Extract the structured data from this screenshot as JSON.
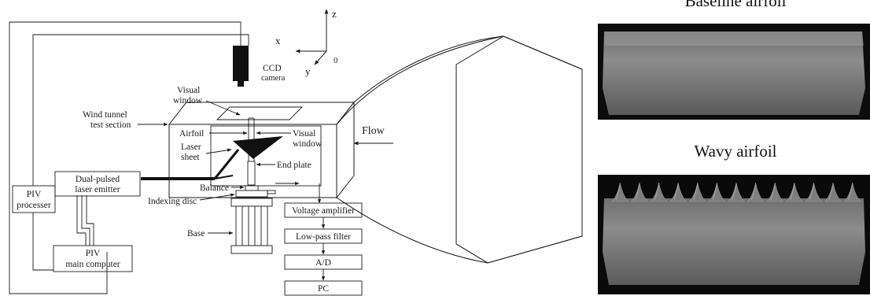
{
  "diagram": {
    "axes": {
      "x": "x",
      "y": "y",
      "z": "z",
      "origin": "0"
    },
    "labels": {
      "ccd_camera_line1": "CCD",
      "ccd_camera_line2": "camera",
      "visual_window_top_line1": "Visual",
      "visual_window_top_line2": "window",
      "wind_tunnel_line1": "Wind tunnel",
      "wind_tunnel_line2": "test section",
      "airfoil": "Airfoil",
      "visual_window_side_line1": "Visual",
      "visual_window_side_line2": "window",
      "laser_sheet_line1": "Laser",
      "laser_sheet_line2": "sheet",
      "flow": "Flow",
      "end_plate": "End plate",
      "laser_emitter_line1": "Dual-pulsed",
      "laser_emitter_line2": "laser emitter",
      "piv_processor_line1": "PIV",
      "piv_processor_line2": "processer",
      "balance": "Balance",
      "indexing_disc": "Indexing disc",
      "base": "Base",
      "main_computer_line1": "PIV",
      "main_computer_line2": "main computer",
      "voltage_amplifier": "Voltage amplifier",
      "low_pass_filter": "Low-pass filter",
      "ad": "A/D",
      "pc": "PC"
    }
  },
  "photos": {
    "baseline_title": "Baseline airfoil",
    "wavy_title": "Wavy airfoil",
    "wavy_tubercle_count": 13
  }
}
